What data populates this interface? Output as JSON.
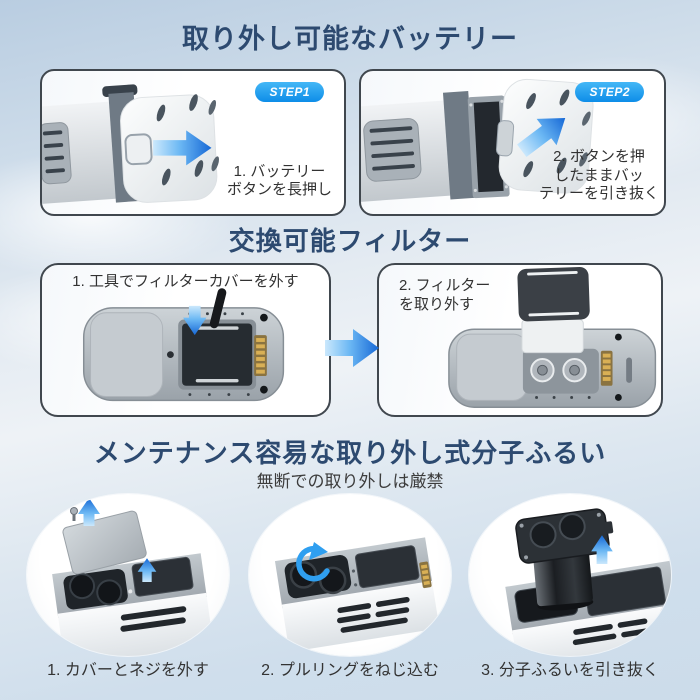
{
  "battery_section": {
    "title": "取り外し可能なバッテリー",
    "panels": [
      {
        "badge": "STEP1",
        "caption": "1. バッテリー\nボタンを長押し"
      },
      {
        "badge": "STEP2",
        "caption": "2. ボタンを押\nしたままバッ\nテリーを引き抜く"
      }
    ]
  },
  "filter_section": {
    "title": "交換可能フィルター",
    "panels": [
      {
        "caption": "1. 工具でフィルターカバーを外す"
      },
      {
        "caption": "2. フィルター\nを取り外す"
      }
    ]
  },
  "sieve_section": {
    "title": "メンテナンス容易な取り外し式分子ふるい",
    "subtitle": "無断での取り外しは厳禁",
    "steps": [
      {
        "caption": "1. カバーとネジを外す"
      },
      {
        "caption": "2. プルリングをねじ込む"
      },
      {
        "caption": "3. 分子ふるいを引き抜く"
      }
    ]
  },
  "colors": {
    "title_navy": "#2d4a70",
    "badge_blue": "#0d8de8",
    "arrow_blue": "#1668d6",
    "caption_dark": "#323232"
  }
}
